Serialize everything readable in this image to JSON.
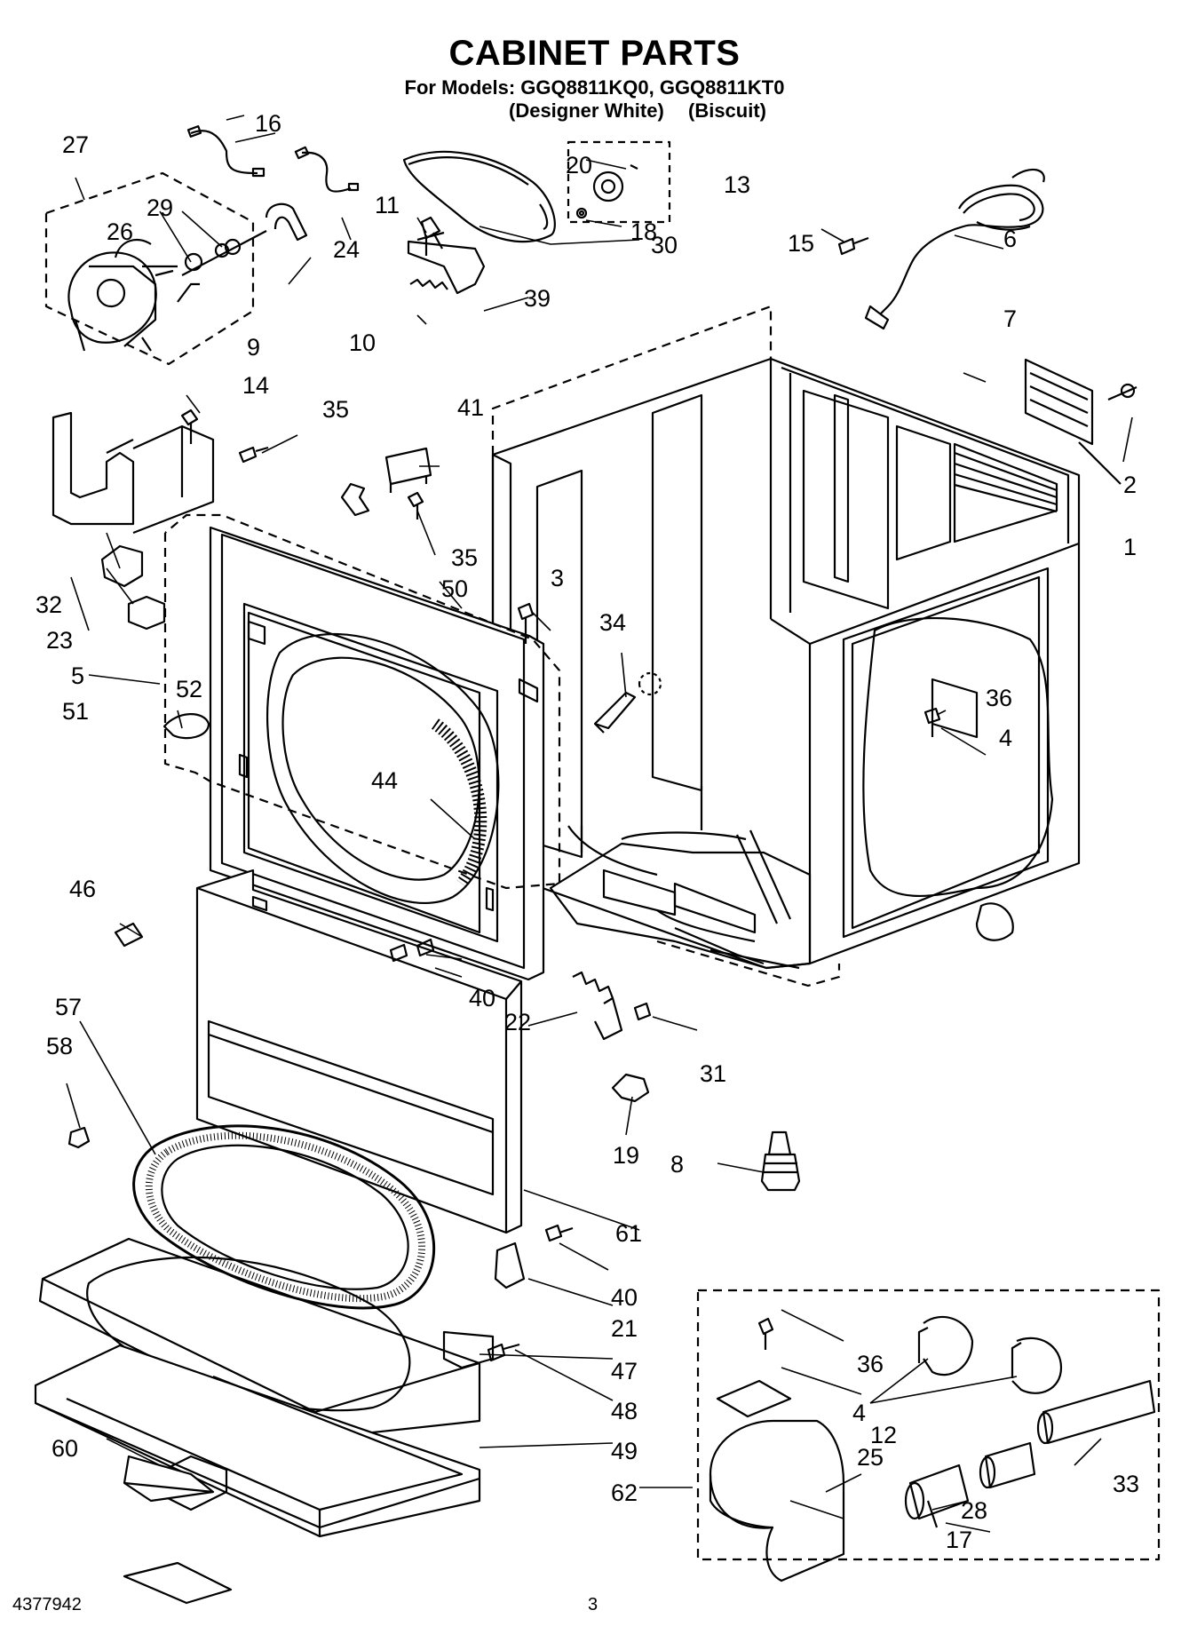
{
  "header": {
    "title": "CABINET PARTS",
    "models_line": "For Models: GGQ8811KQ0, GGQ8811KT0",
    "variant_1": "(Designer White)",
    "variant_2": "(Biscuit)"
  },
  "footer": {
    "doc_number": "4377942",
    "page_number": "3"
  },
  "callouts": [
    "16",
    "27",
    "29",
    "26",
    "24",
    "9",
    "11",
    "10",
    "20",
    "13",
    "18",
    "30",
    "39",
    "15",
    "6",
    "7",
    "14",
    "35",
    "41",
    "2",
    "32",
    "23",
    "5",
    "1",
    "35",
    "50",
    "3",
    "34",
    "52",
    "51",
    "36",
    "4",
    "44",
    "46",
    "40",
    "22",
    "31",
    "57",
    "58",
    "19",
    "8",
    "61",
    "40",
    "21",
    "36",
    "47",
    "4",
    "12",
    "48",
    "49",
    "25",
    "33",
    "60",
    "62",
    "28",
    "17"
  ],
  "colors": {
    "line": "#000000",
    "background": "#ffffff"
  }
}
